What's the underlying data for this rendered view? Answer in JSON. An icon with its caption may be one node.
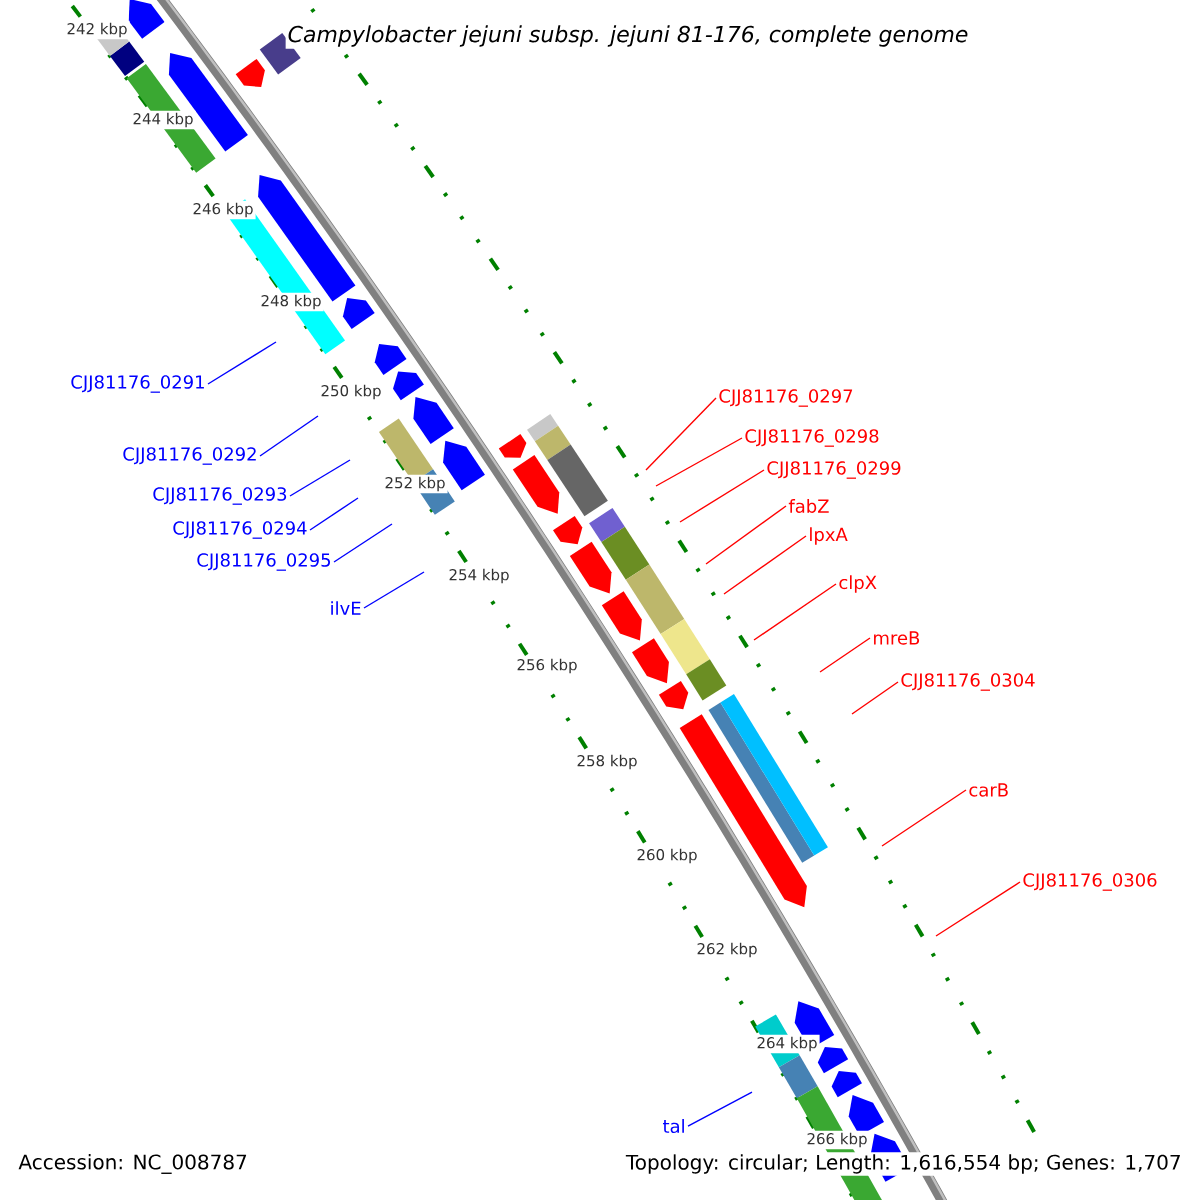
{
  "diagram": {
    "title": "Campylobacter jejuni subsp. jejuni 81-176, complete genome",
    "nodes": [
      {
        "text": [
          "CJJ81176_0291"
        ]
      },
      {
        "text": [
          "CJJ81176_0297"
        ]
      },
      {
        "text": [
          "CJJ81176_0298"
        ]
      },
      {
        "text": [
          "CJJ81176_0292"
        ]
      },
      {
        "text": [
          "CJJ81176_0299"
        ]
      },
      {
        "text": [
          "CJJ81176_0293"
        ]
      },
      {
        "text": [
          "fabZ"
        ]
      },
      {
        "text": [
          "CJJ81176_0294"
        ]
      },
      {
        "text": [
          "lpxA"
        ]
      },
      {
        "text": [
          "CJJ81176_0295"
        ]
      },
      {
        "text": [
          "clpX"
        ]
      },
      {
        "text": [
          "ilvE"
        ]
      },
      {
        "text": [
          "mreB"
        ]
      },
      {
        "text": [
          "CJJ81176_0304"
        ]
      },
      {
        "text": [
          "carB"
        ]
      },
      {
        "text": [
          "CJJ81176_0306"
        ]
      },
      {
        "text": [
          "tal"
        ]
      }
    ],
    "edges": [
      {
        "from": 0,
        "to": null,
        "arrow": "none",
        "color": "#0000ff"
      },
      {
        "from": 1,
        "to": null,
        "arrow": "none"
      },
      {
        "from": 2,
        "to": null,
        "arrow": "none"
      },
      {
        "from": 3,
        "to": null,
        "arrow": "none",
        "color": "#0000ff"
      },
      {
        "from": 4,
        "to": null,
        "arrow": "none"
      },
      {
        "from": 5,
        "to": null,
        "arrow": "none",
        "color": "#0000ff"
      },
      {
        "from": 6,
        "to": null,
        "arrow": "none"
      },
      {
        "from": 7,
        "to": null,
        "arrow": "none",
        "color": "#0000ff"
      },
      {
        "from": 8,
        "to": null,
        "arrow": "none"
      },
      {
        "from": 9,
        "to": null,
        "arrow": "none",
        "color": "#0000ff"
      },
      {
        "from": 10,
        "to": null,
        "arrow": "none"
      },
      {
        "from": 11,
        "to": null,
        "arrow": "none",
        "color": "#0000ff"
      },
      {
        "from": 12,
        "to": null,
        "arrow": "none"
      },
      {
        "from": 13,
        "to": null,
        "arrow": "none"
      },
      {
        "from": 14,
        "to": null,
        "arrow": "none"
      },
      {
        "from": 15,
        "to": null,
        "arrow": "none"
      },
      {
        "from": 16,
        "to": null,
        "arrow": "none",
        "color": "#0000ff"
      }
    ],
    "labels": [
      "242 kbp",
      "244 kbp",
      "246 kbp",
      "248 kbp",
      "250 kbp",
      "252 kbp",
      "254 kbp",
      "256 kbp",
      "258 kbp",
      "260 kbp",
      "262 kbp",
      "264 kbp",
      "266 kbp",
      "Accession: NC_008787",
      "Topology: circular; Length: 1,616,554 bp; Genes: 1,707"
    ]
  }
}
